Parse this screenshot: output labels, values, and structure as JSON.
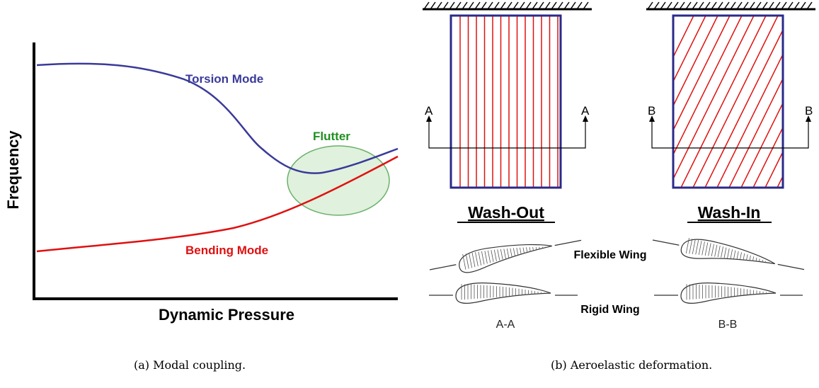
{
  "panel_a": {
    "xlabel": "Dynamic Pressure",
    "ylabel": "Frequency",
    "torsion_label": "Torsion Mode",
    "bending_label": "Bending Mode",
    "flutter_label": "Flutter",
    "colors": {
      "torsion": "#3a3a9a",
      "bending": "#e01010",
      "flutter_fill": "#d6ecd2",
      "flutter_stroke": "#6ab06a",
      "flutter_text": "#1f8f1f"
    },
    "caption_tag": "(a)",
    "caption_text": "Modal coupling."
  },
  "panel_b": {
    "left_wing": {
      "section_letter_left": "A",
      "section_letter_right": "A",
      "label": "Wash-Out",
      "section_name": "A-A"
    },
    "right_wing": {
      "section_letter_left": "B",
      "section_letter_right": "B",
      "label": "Wash-In",
      "section_name": "B-B"
    },
    "flexible_label": "Flexible Wing",
    "rigid_label": "Rigid Wing",
    "colors": {
      "outline": "#2a2a8a",
      "hatch": "#e01010"
    },
    "caption_tag": "(b)",
    "caption_text": "Aeroelastic deformation."
  }
}
